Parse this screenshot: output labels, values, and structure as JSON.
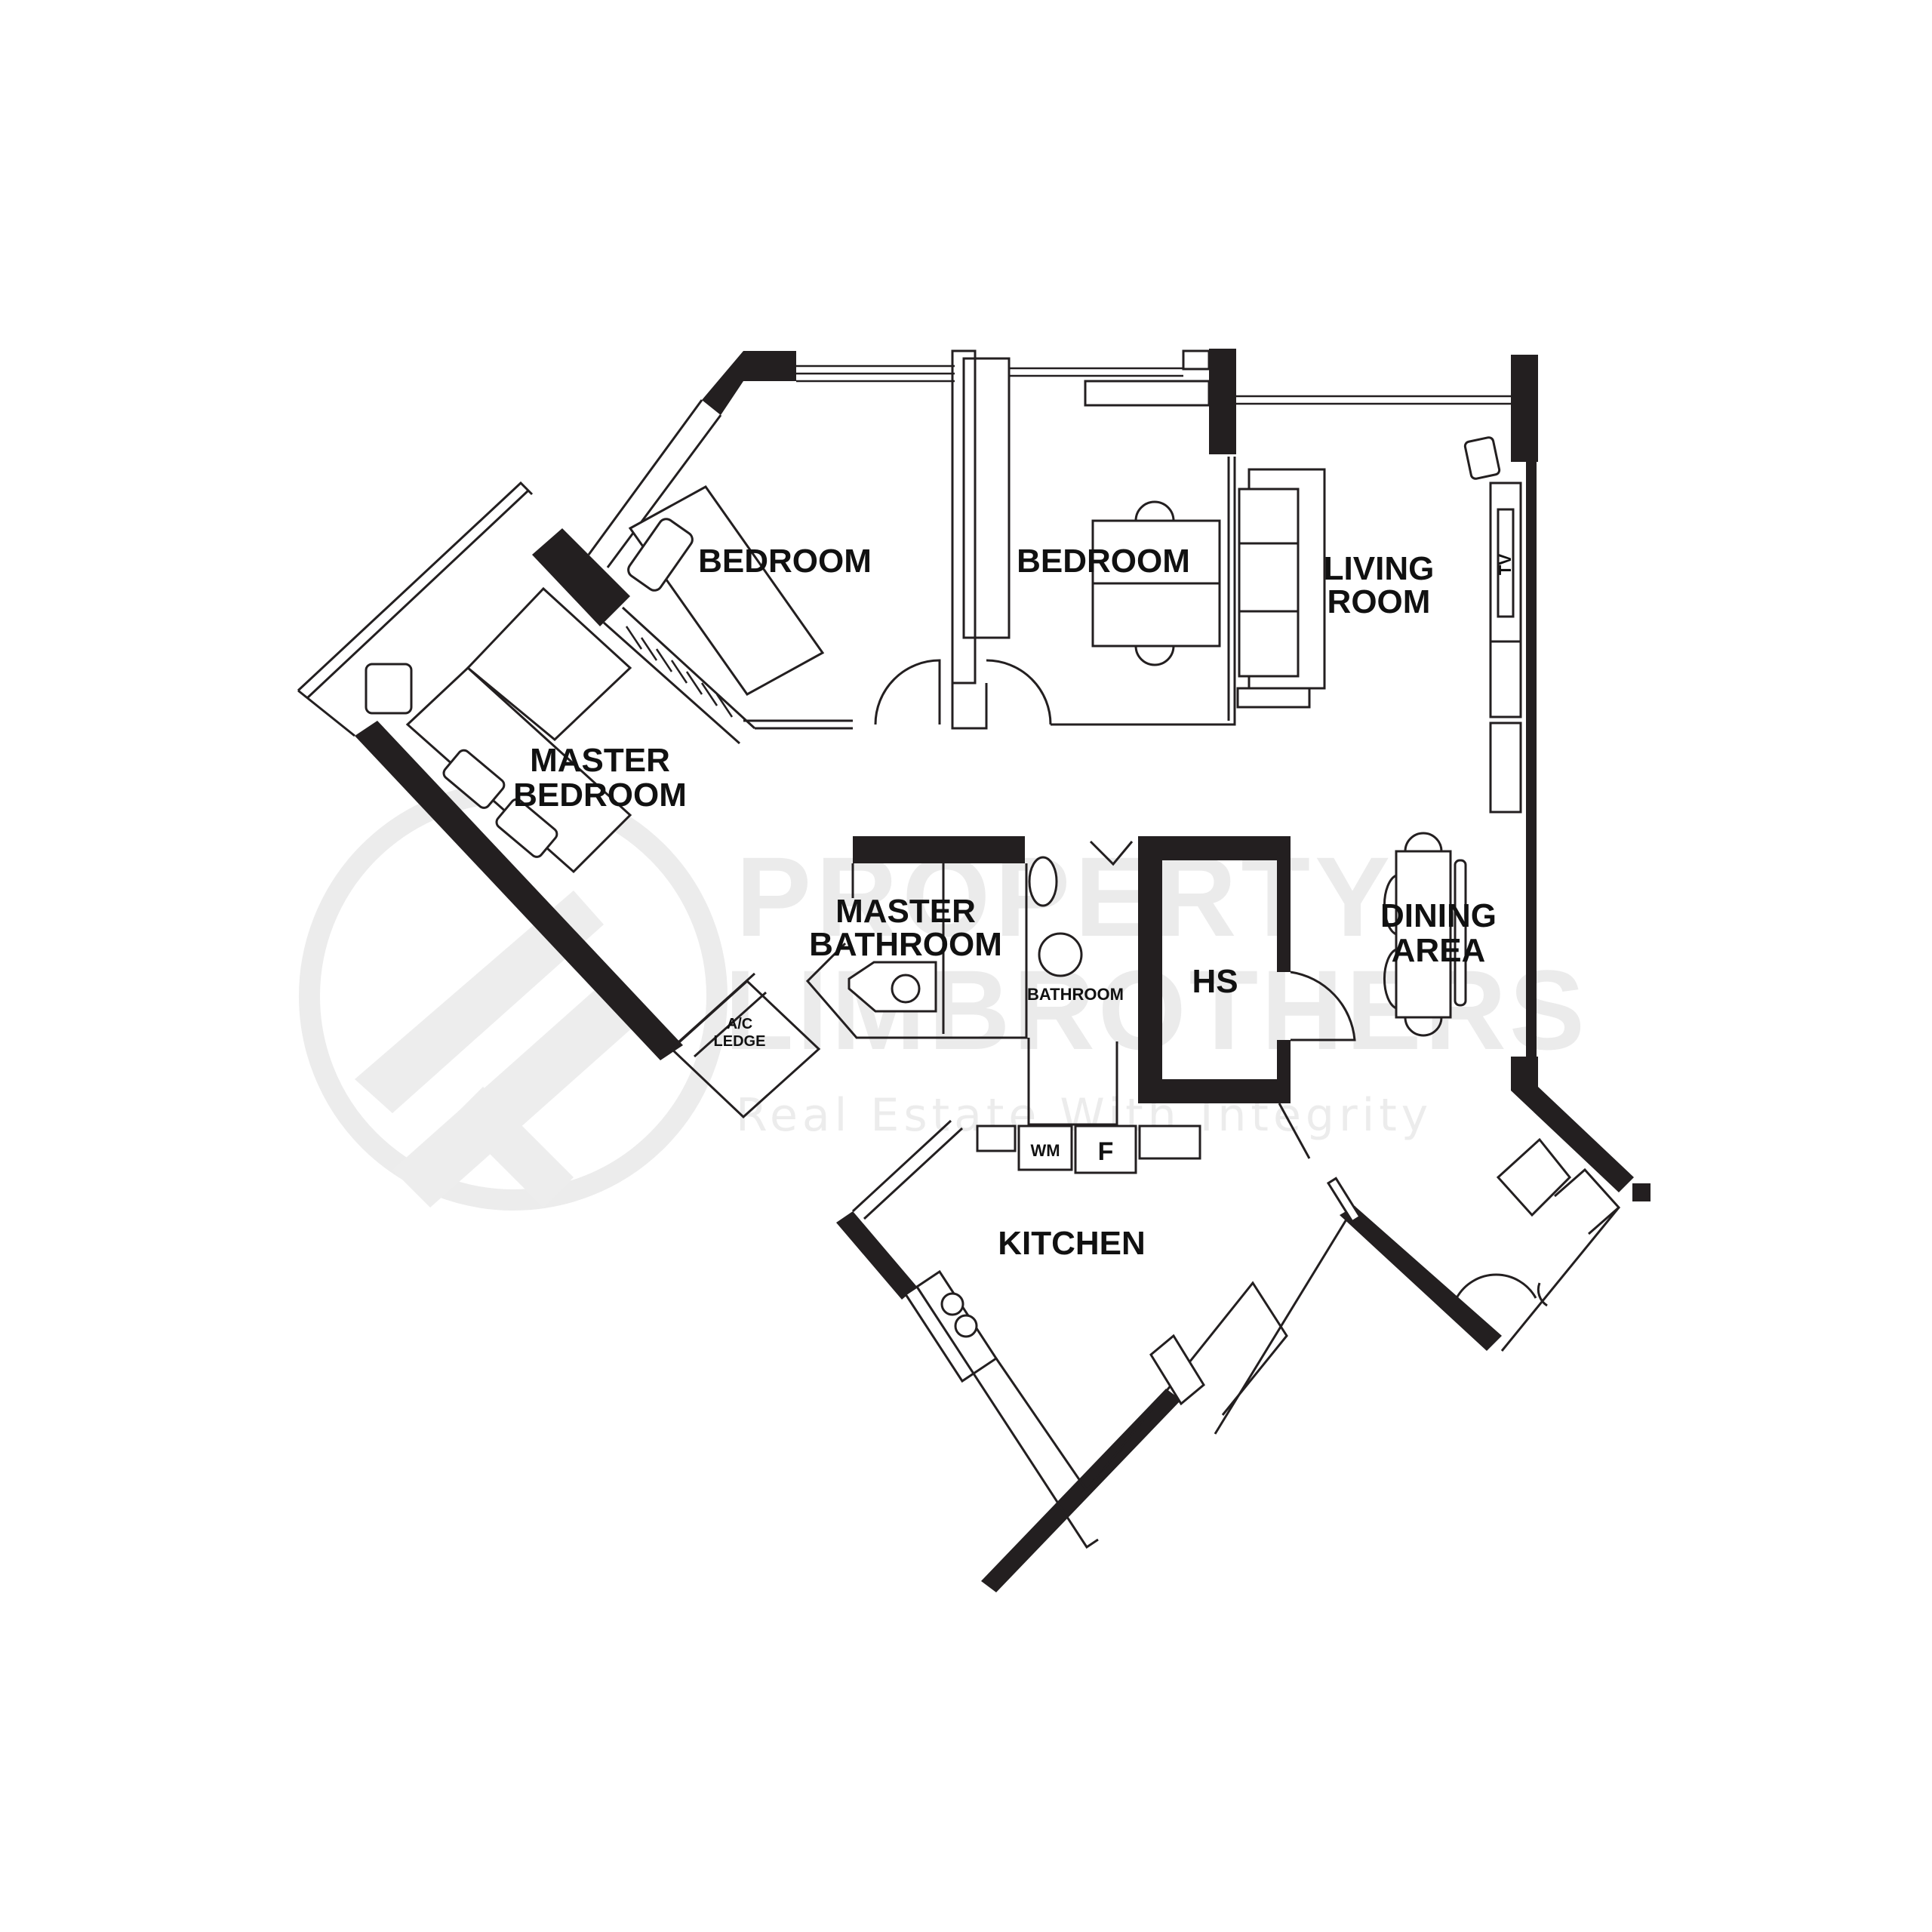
{
  "plan": {
    "type": "residential floor plan",
    "rooms": {
      "bedroom_1": "BEDROOM",
      "bedroom_2": "BEDROOM",
      "living_room_line1": "LIVING",
      "living_room_line2": "ROOM",
      "master_bedroom_line1": "MASTER",
      "master_bedroom_line2": "BEDROOM",
      "master_bathroom_line1": "MASTER",
      "master_bathroom_line2": "BATHROOM",
      "bathroom": "BATHROOM",
      "household_shelter": "HS",
      "dining_line1": "DINING",
      "dining_line2": "AREA",
      "ac_ledge_line1": "A/C",
      "ac_ledge_line2": "LEDGE",
      "kitchen": "KITCHEN"
    },
    "fixtures": {
      "tv": "TV",
      "washing_machine": "WM",
      "fridge": "F"
    }
  },
  "watermark": {
    "brand_line1": "PROPERTY",
    "brand_line2": "LIMBROTHERS",
    "tagline": "Real Estate With Integrity",
    "color": "#ebebeb"
  },
  "colors": {
    "wall": "#231f20",
    "background": "#ffffff"
  }
}
